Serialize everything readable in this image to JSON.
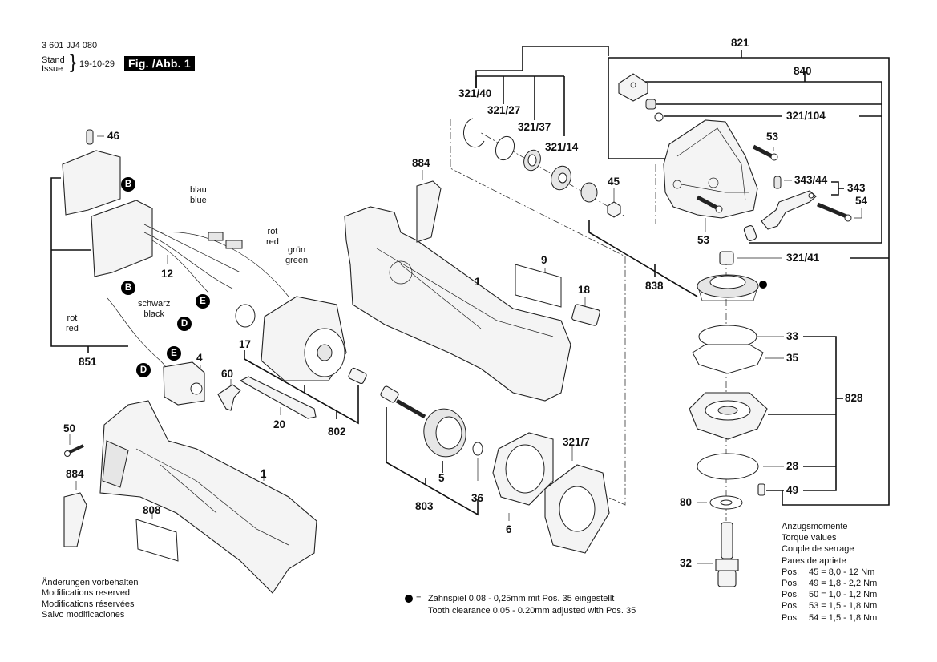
{
  "header": {
    "doc_number": "3 601 JJ4 080",
    "stand_label": "Stand",
    "issue_label": "Issue",
    "date": "19-10-29",
    "figure_label": "Fig. /Abb. 1"
  },
  "part_labels": {
    "p821": "821",
    "p840": "840",
    "p321_40": "321/40",
    "p321_27": "321/27",
    "p321_37": "321/37",
    "p321_14": "321/14",
    "p321_104": "321/104",
    "p53_top": "53",
    "p53_bottom": "53",
    "p343_44": "343/44",
    "p343": "343",
    "p54": "54",
    "p45": "45",
    "p884_top": "884",
    "p884_bottom": "884",
    "p46": "46",
    "p12": "12",
    "p851": "851",
    "p4": "4",
    "p60": "60",
    "p17": "17",
    "p20": "20",
    "p802": "802",
    "p1_top": "1",
    "p1_bottom": "1",
    "p9": "9",
    "p18": "18",
    "p838": "838",
    "p321_41": "321/41",
    "p33": "33",
    "p35": "35",
    "p828": "828",
    "p28": "28",
    "p49": "49",
    "p80": "80",
    "p32": "32",
    "p50": "50",
    "p808": "808",
    "p5": "5",
    "p36": "36",
    "p803": "803",
    "p6": "6",
    "p321_7": "321/7"
  },
  "connectors": {
    "b_top": "B",
    "b_bottom": "B",
    "e_wire": "E",
    "e_switch": "E",
    "d_wire": "D",
    "d_switch": "D"
  },
  "wire_labels": {
    "blue_de": "blau",
    "blue_en": "blue",
    "red1_de": "rot",
    "red1_en": "red",
    "green_de": "grün",
    "green_en": "green",
    "black_de": "schwarz",
    "black_en": "black",
    "red2_de": "rot",
    "red2_en": "red"
  },
  "notes": {
    "lines": [
      "Änderungen vorbehalten",
      "Modifications reserved",
      "Modifications réservées",
      "Salvo modificaciones"
    ]
  },
  "clearance_note": {
    "symbol": "filled-dot",
    "equals": "=",
    "line_de": "Zahnspiel 0,08 - 0,25mm mit Pos. 35 eingestellt",
    "line_en": "Tooth clearance 0.05 - 0.20mm adjusted with Pos. 35"
  },
  "torque": {
    "title_de": "Anzugsmomente",
    "title_en": "Torque values",
    "title_fr": "Couple de serrage",
    "title_es": "Pares de apriete",
    "rows": [
      {
        "pos_label": "Pos.",
        "value": "45 = 8,0 - 12  Nm"
      },
      {
        "pos_label": "Pos.",
        "value": "49 = 1,8 - 2,2 Nm"
      },
      {
        "pos_label": "Pos.",
        "value": "50 = 1,0 - 1,2 Nm"
      },
      {
        "pos_label": "Pos.",
        "value": "53 = 1,5 - 1,8 Nm"
      },
      {
        "pos_label": "Pos.",
        "value": "54 = 1,5 - 1,8 Nm"
      }
    ]
  }
}
